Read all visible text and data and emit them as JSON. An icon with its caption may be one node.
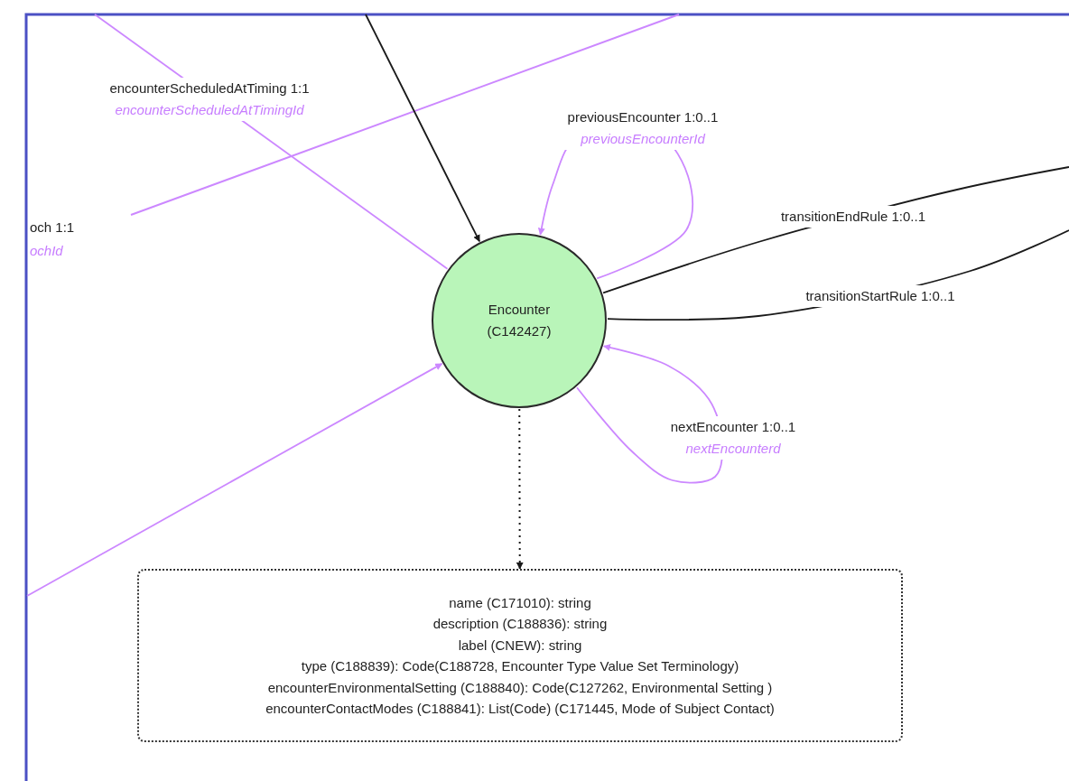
{
  "diagram": {
    "nodes": [
      {
        "text": [
          "Encounter (C142427)"
        ]
      },
      {
        "text": [
          "name (C171010): string",
          "description (C188836): string",
          "label (CNEW): string",
          "type (C188839): Code(C188728, Encounter Type Value Set Terminology)",
          "encounterEnvironmentalSetting (C188840): Code(C127262, Environmental Setting )",
          "encounterContactModes (C188841): List(Code) (C171445, Mode of Subject Contact)"
        ]
      }
    ],
    "edges": [
      {
        "from": null,
        "to": 0,
        "arrow": "to"
      },
      {
        "from": null,
        "to": 0,
        "arrow": "none",
        "color": "#cc88ff",
        "label": "encounterScheduledAtTiming 1:1 *encounterScheduledAtTimingId*"
      },
      {
        "from": 0,
        "to": 0,
        "arrow": "to",
        "color": "#cc88ff",
        "label": "previousEncounter 1:0..1 *previousEncounterId*"
      },
      {
        "from": 0,
        "to": null,
        "arrow": "none",
        "label": "transitionEndRule 1:0..1"
      },
      {
        "from": 0,
        "to": null,
        "arrow": "none",
        "label": "transitionStartRule 1:0..1"
      },
      {
        "from": 0,
        "to": 0,
        "arrow": "to",
        "color": "#cc88ff",
        "label": "nextEncounter 1:0..1 *nextEncounterd*"
      },
      {
        "from": null,
        "to": 0,
        "arrow": "to",
        "color": "#cc88ff"
      },
      {
        "from": 0,
        "to": 1,
        "arrow": "to",
        "style": "dashed"
      }
    ],
    "labels": [
      "och 1:1",
      "ochId"
    ]
  }
}
